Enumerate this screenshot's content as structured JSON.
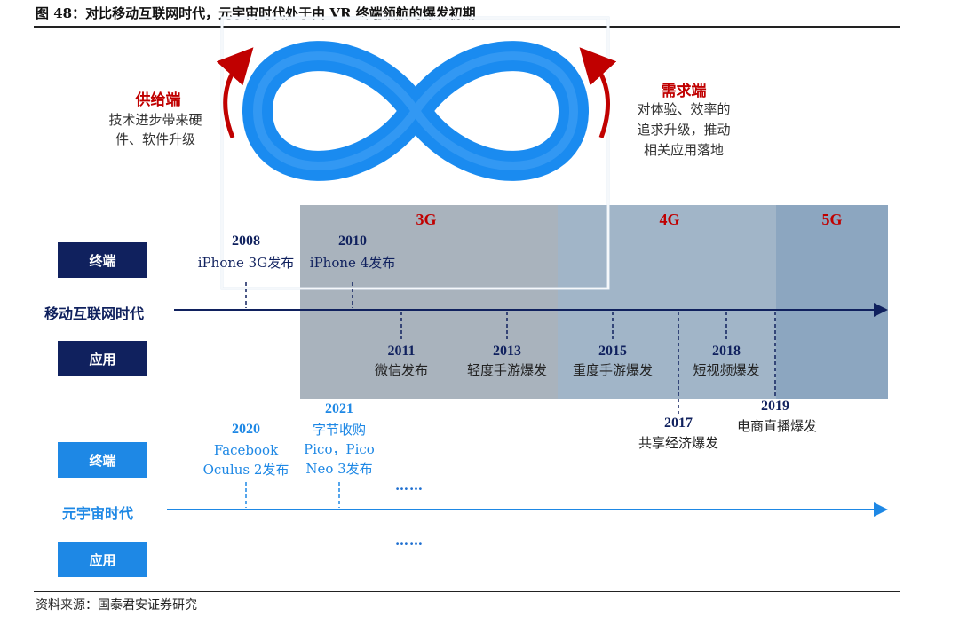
{
  "title": "图 48：对比移动互联网时代，元宇宙时代处于由 VR 终端领航的爆发初期",
  "source": "资料来源：国泰君安证券研究",
  "loop": {
    "left_heading": "供给端",
    "left_text": [
      "技术进步带来硬",
      "件、软件升级"
    ],
    "right_heading": "需求端",
    "right_text": [
      "对体验、效率的",
      "追求升级，推动",
      "相关应用落地"
    ]
  },
  "bands": [
    "3G",
    "4G",
    "5G"
  ],
  "mobile": {
    "era_label": "移动互联网时代",
    "terminal_label": "终端",
    "app_label": "应用",
    "above": [
      {
        "year": "2008",
        "event": "iPhone 3G发布"
      },
      {
        "year": "2010",
        "event": "iPhone 4发布"
      }
    ],
    "below": [
      {
        "year": "2011",
        "event": "微信发布"
      },
      {
        "year": "2013",
        "event": "轻度手游爆发"
      },
      {
        "year": "2015",
        "event": "重度手游爆发"
      },
      {
        "year": "2018",
        "event": "短视频爆发"
      }
    ],
    "lower": [
      {
        "year": "2017",
        "event": "共享经济爆发"
      },
      {
        "year": "2019",
        "event": "电商直播爆发"
      }
    ]
  },
  "metaverse": {
    "era_label": "元宇宙时代",
    "terminal_label": "终端",
    "app_label": "应用",
    "events": [
      {
        "year": "2020",
        "event": [
          "Facebook",
          "Oculus 2发布"
        ]
      },
      {
        "year": "2021",
        "event": [
          "字节收购",
          "Pico，Pico",
          "Neo 3发布"
        ]
      }
    ],
    "ellipsis_terminal": "……",
    "ellipsis_app": "……"
  },
  "colors": {
    "navy": "#10215e",
    "blue": "#1e88e5",
    "red": "#c00000",
    "band_3g": "#a9b3bd",
    "band_4g": "#a1b5c8",
    "band_5g": "#8ca6c0"
  }
}
